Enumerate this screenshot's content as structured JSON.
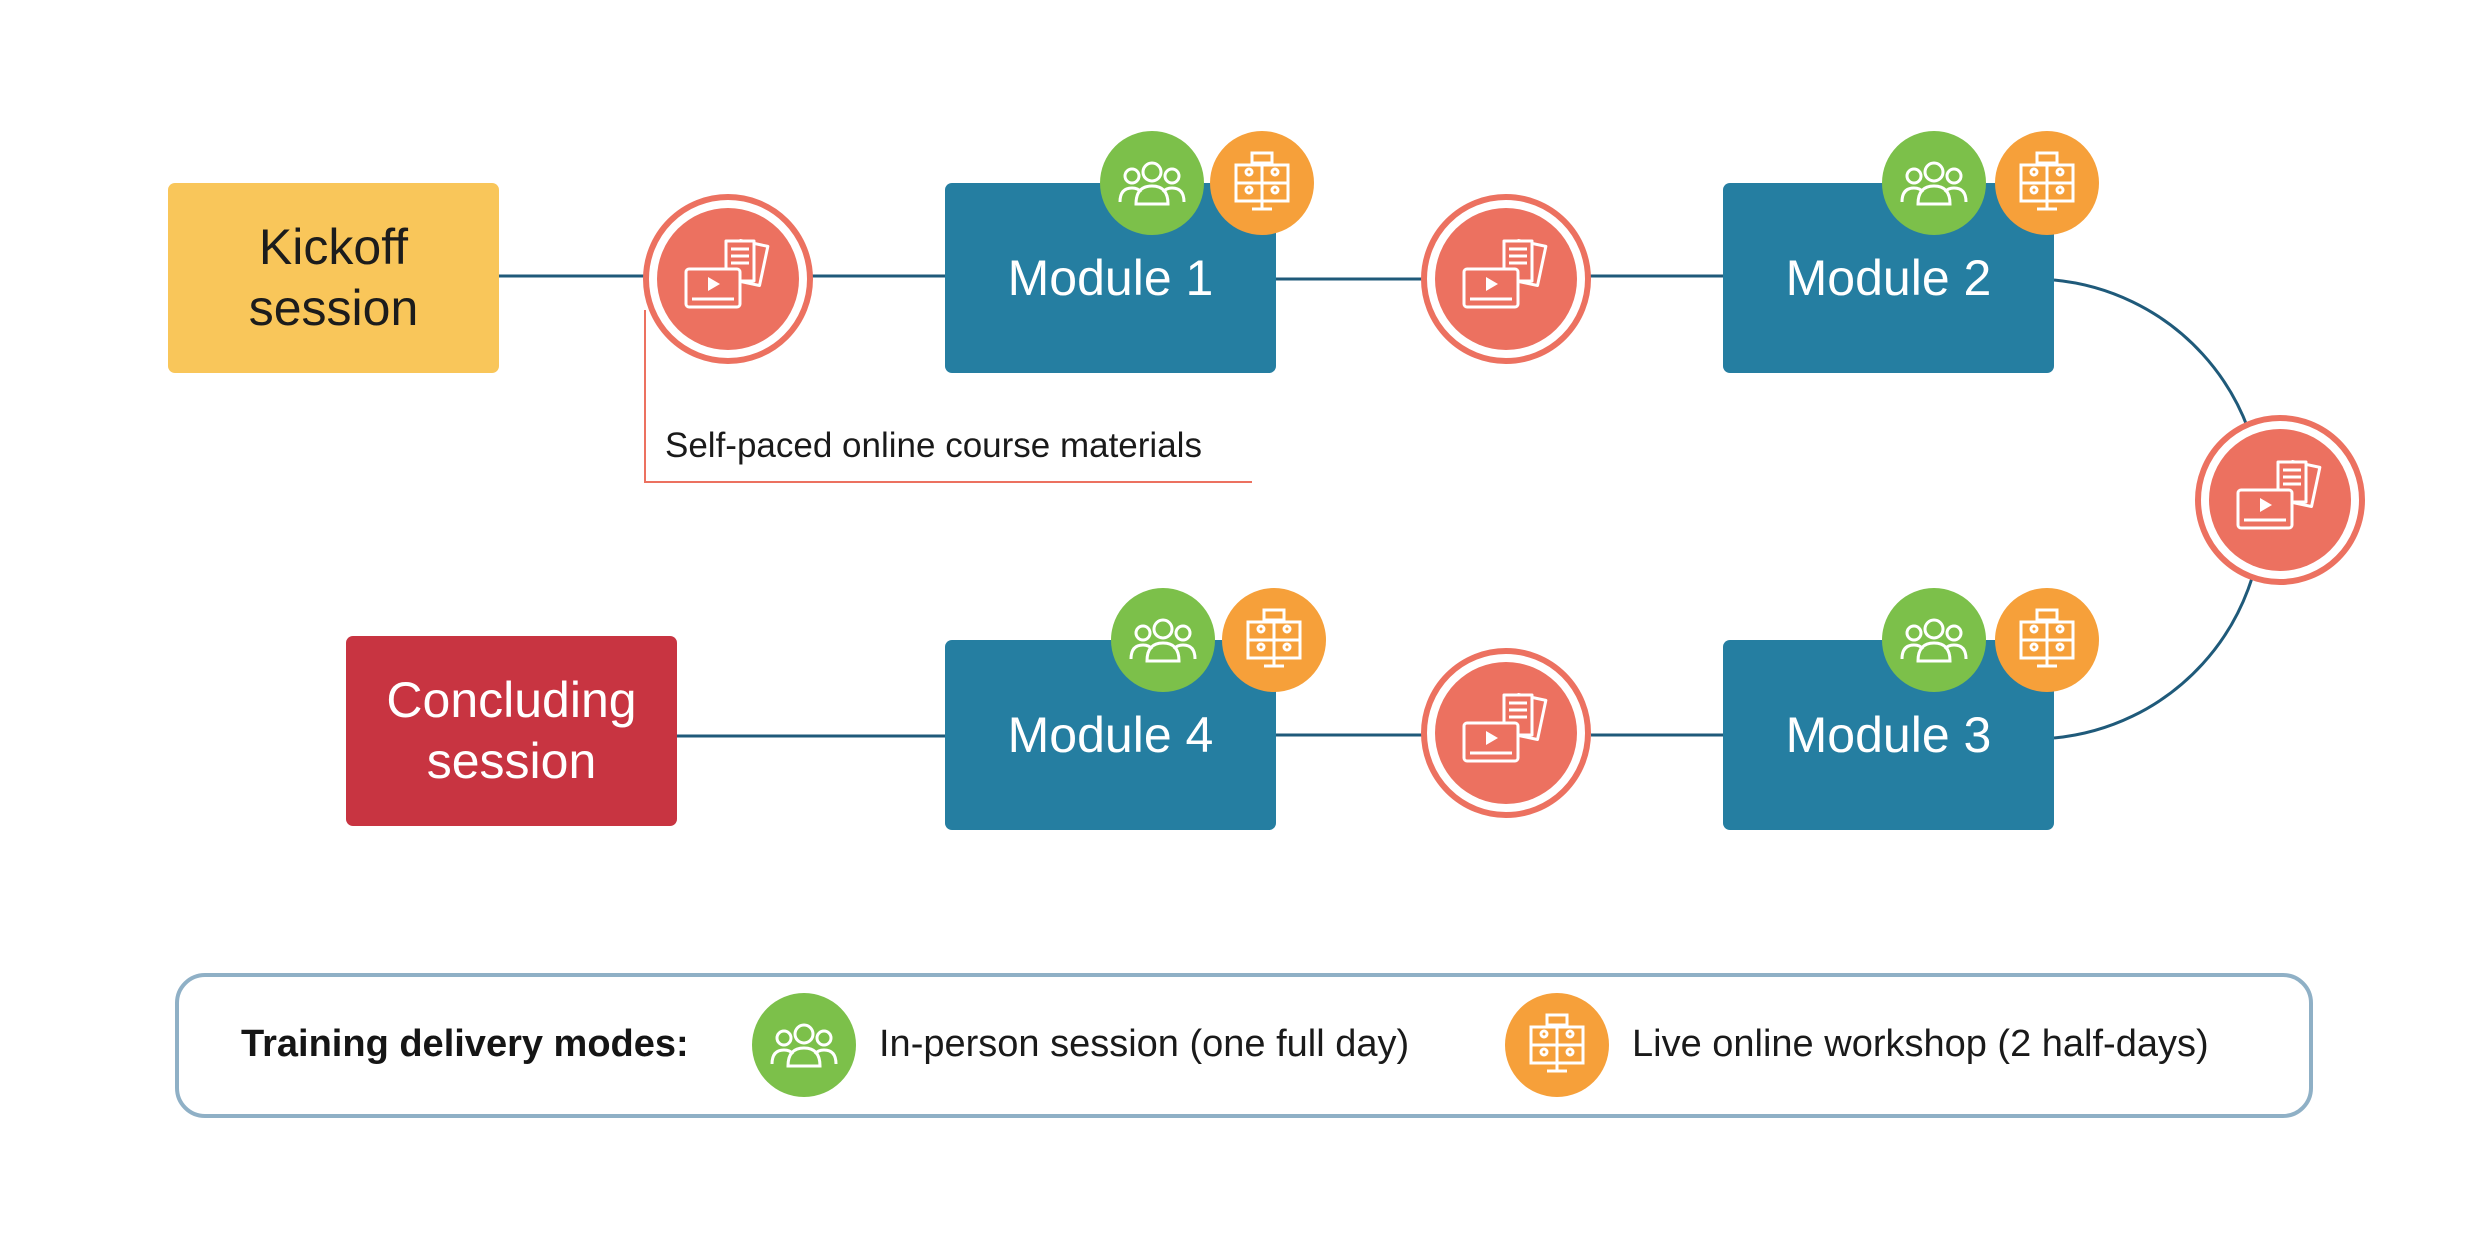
{
  "colors": {
    "kickoff": "#f9c65a",
    "module": "#257ea1",
    "concluding": "#c83441",
    "course_material": "#ec7160",
    "in_person": "#7cc04a",
    "live_online": "#f6a03a",
    "connector": "#1f5a7a",
    "legend_border": "#8fb0c6"
  },
  "nodes": {
    "kickoff": "Kickoff\nsession",
    "module1": "Module 1",
    "module2": "Module 2",
    "module3": "Module 3",
    "module4": "Module 4",
    "concluding": "Concluding\nsession"
  },
  "annotation": "Self-paced online course materials",
  "icons": {
    "course_material": "video-document-icon",
    "in_person": "group-people-icon",
    "live_online": "video-conference-monitor-icon"
  },
  "legend": {
    "title": "Training delivery modes:",
    "in_person": "In-person session (one full day)",
    "live_online": "Live online workshop (2 half-days)"
  }
}
